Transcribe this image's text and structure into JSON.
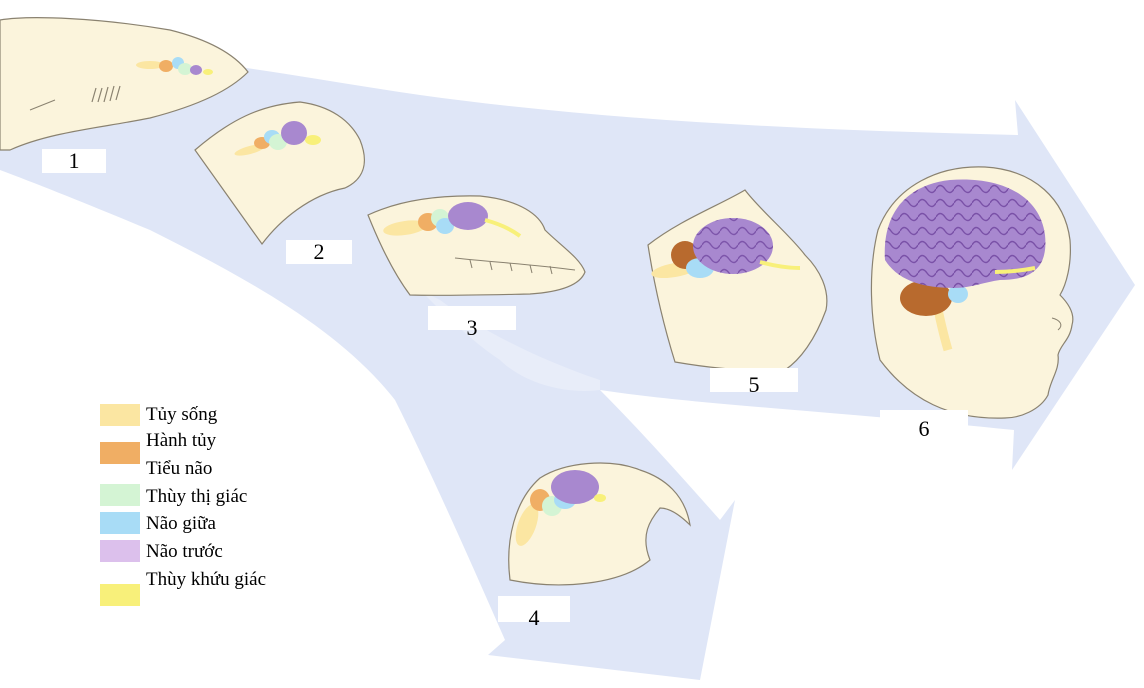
{
  "colors": {
    "arrow": "#dfe6f7",
    "skin": "#fbf4dc",
    "outline": "#8a8270",
    "tuy_song": "#fbe6a2",
    "hanh_tuy": "#f0ae64",
    "tieu_nao": "#b86a2e",
    "thuy_thi_giac": "#d4f4d4",
    "nao_giua": "#a8dcf6",
    "nao_truoc": "#a888cf",
    "thuy_khuu_giac": "#f8f07a"
  },
  "stages": [
    {
      "label": "1"
    },
    {
      "label": "2"
    },
    {
      "label": "3"
    },
    {
      "label": "4"
    },
    {
      "label": "5"
    },
    {
      "label": "6"
    }
  ],
  "legend": {
    "items": [
      {
        "label": "Tủy sống",
        "color": "#fbe6a2"
      },
      {
        "label": "Hành tủy",
        "color": "#f0ae64"
      },
      {
        "label": "Tiểu não",
        "color": "#ffffff"
      },
      {
        "label": "Thùy thị giác",
        "color": "#d4f4d4"
      },
      {
        "label": "Não giữa",
        "color": "#a8dcf6"
      },
      {
        "label": "Não trước",
        "color": "#dcc0ec"
      },
      {
        "label": "Thùy khứu giác",
        "color": "#f8f07a"
      }
    ]
  }
}
